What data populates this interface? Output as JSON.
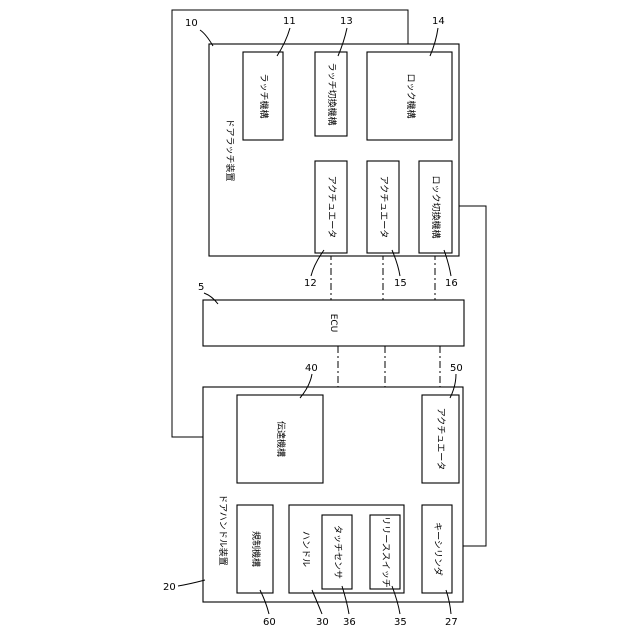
{
  "door_latch": {
    "title": "ドアラッチ装置",
    "ref": "10",
    "latch_mechanism": {
      "label": "ラッチ機構",
      "ref": "11"
    },
    "latch_switch_mechanism": {
      "label": "ラッチ切換機構",
      "ref": "13"
    },
    "lock_mechanism": {
      "label": "ロック機構",
      "ref": "14"
    },
    "actuator_12": {
      "label": "アクチュエータ",
      "ref": "12"
    },
    "actuator_15": {
      "label": "アクチュエータ",
      "ref": "15"
    },
    "lock_switch_mechanism": {
      "label": "ロック切換機構",
      "ref": "16"
    }
  },
  "ecu": {
    "label": "ECU",
    "ref": "5"
  },
  "door_handle": {
    "title": "ドアハンドル装置",
    "ref": "20",
    "transmission_mechanism": {
      "label": "伝達機構",
      "ref": "40"
    },
    "actuator_50": {
      "label": "アクチュエータ",
      "ref": "50"
    },
    "restriction_mechanism": {
      "label": "規制機構",
      "ref": "60"
    },
    "handle": {
      "label": "ハンドル",
      "ref": "30"
    },
    "touch_sensor": {
      "label": "タッチセンサ",
      "ref": "36"
    },
    "release_switch": {
      "label": "リリーススイッチ",
      "ref": "35"
    },
    "key_cylinder": {
      "label": "キーシリンダ",
      "ref": "27"
    }
  }
}
